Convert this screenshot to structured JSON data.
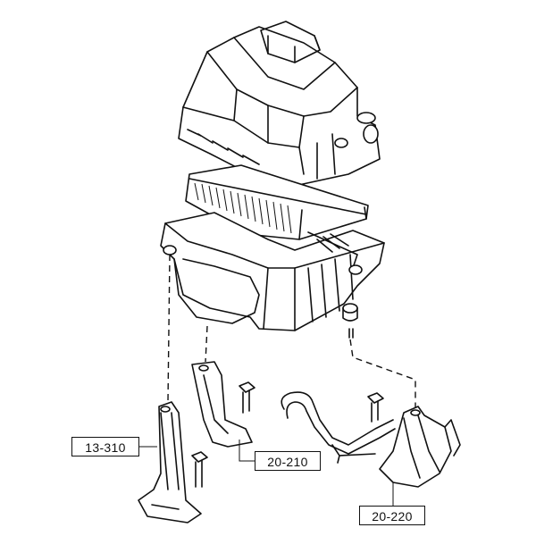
{
  "part_callouts": [
    {
      "id": "bracket-left",
      "label": "13-310"
    },
    {
      "id": "bracket-center",
      "label": "20-210"
    },
    {
      "id": "bracket-right",
      "label": "20-220"
    }
  ],
  "colors": {
    "ink": "#111111",
    "background": "#ffffff"
  }
}
